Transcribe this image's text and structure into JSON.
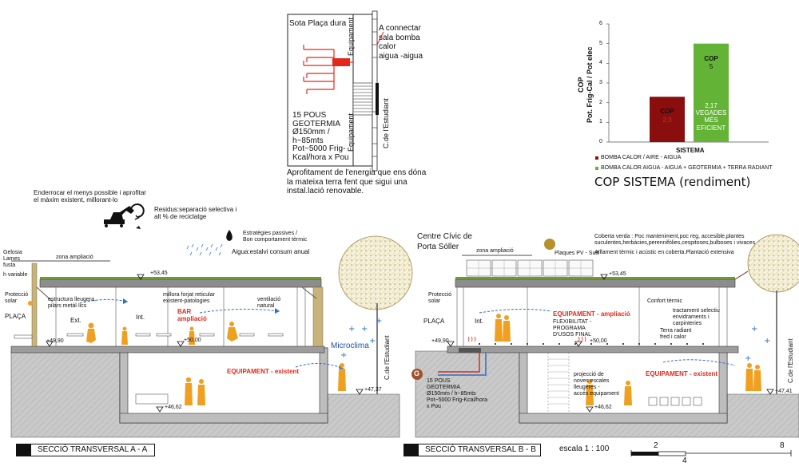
{
  "schematic": {
    "title": "Sota Plaça dura",
    "equipment_label": "Equipament",
    "connect_note": "A connectar\nsala bomba\ncalor\naigua -aigua",
    "wells_note": "15 POUS\nGEOTERMIA\nØ150mm /\nh~85mts\nPot~5000 Frig-\nKcal/hora x Pou",
    "street_label": "C.de l'Estudiant",
    "caption": "Aprofitament de l'energia que ens dóna\nla mateixa terra fent que sigui una\ninstal.lació renovable."
  },
  "chart_data": {
    "type": "bar",
    "title": "COP SISTEMA (rendiment)",
    "ylabel": "COP\nPot. Frig-Cal / Pot elec",
    "xlabel": "SISTEMA",
    "ylim": [
      0,
      6
    ],
    "yticks": [
      0,
      1,
      2,
      3,
      4,
      5,
      6
    ],
    "grid": false,
    "categories": [
      "BOMBA CALOR / AIRE - AIGUA",
      "BOMBA CALOR AIGUA - AIGUA + GEOTERMIA + TERRA RADIANT"
    ],
    "values": [
      2.3,
      5
    ],
    "colors": [
      "#8b0e0e",
      "#63b336"
    ],
    "bar_labels": [
      [
        "COP",
        "2,3"
      ],
      [
        "COP",
        "5"
      ]
    ],
    "annotation": "2,17\nVEGADES\nMÉS\nEFICIENT",
    "legend_position": "bottom"
  },
  "left_notes": {
    "enderrocar": "Enderrocar el menys possible i aprofitar\nel màxim existent, millorant-lo",
    "residus": "Residus:separació selectiva i\nalt % de reciclatge",
    "estrategies": "Estratègies passives /\nBon comportament tèrmic",
    "aigua": "Aigua:estalvi consum anual"
  },
  "section_a": {
    "gelosia": "Gelosia\nLames\nfusta",
    "zona": "zona ampliació",
    "h_variable": "h variable",
    "proteccio": "Protecció\nsolar",
    "estructura": "estructura lleugera,\npilars metàl·lics",
    "forjat": "millora forjat reticular\nexistent-patologies",
    "ventilacio": "ventilació\nnatural",
    "placa": "PLAÇA",
    "ext": "Ext.",
    "int": "Int.",
    "bar": "BAR\nampliació",
    "microclima": "Microclima",
    "equip_existent": "EQUIPAMENT - existent",
    "street": "C.de l'Estudiant",
    "levels": [
      "+53,45",
      "+49,90",
      "+50,00",
      "+46,62",
      "+47,37"
    ]
  },
  "section_b": {
    "centre": "Centre Cívic de\nPorta Sóller",
    "zona": "zona ampliació",
    "plaques": "Plaques PV - Sud",
    "coberta": "Coberta verda : Poc manteniment,poc reg, accesible,plantes\nsuculentes,herbàcies,perennifòlies,cespitoses,bulboses i vivaces",
    "aillament": "Aïllament tèrmic i acústic en coberta.Plantació extensiva",
    "proteccio": "Protecció\nsolar",
    "confort": "Confort tèrmic",
    "tractament": "tractament selectiu\nenvidraments i\ncarpinteries",
    "terra": "Terra radiant\nfred i calor",
    "placa": "PLAÇA",
    "int": "Int.",
    "equip_ampliacio": "EQUIPAMENT - ampliació",
    "flex": "FLEXIBILITAT -\nPROGRAMA\nD'USOS FINAL",
    "g_label": "G",
    "wells": "15 POUS\nGEOTERMIA\nØ150mm / h~85mts\nPot~5000 Frig-Kcal/hora\nx Pou",
    "projeccio": "projecció de\nnoves escales\nlleugeres -\naccés equipament",
    "equip_existent": "EQUIPAMENT - existent",
    "street": "C.de l'Estudiant",
    "levels": [
      "+53,45",
      "+49,90",
      "+50,00",
      "+46,62",
      "+47,41"
    ]
  },
  "footer": {
    "section_a_title": "SECCIÓ TRANSVERSAL   A - A",
    "section_b_title": "SECCIÓ TRANSVERSAL   B - B",
    "scale": "escala   1 : 100",
    "scale_ticks": [
      "2",
      "4",
      "8"
    ]
  }
}
